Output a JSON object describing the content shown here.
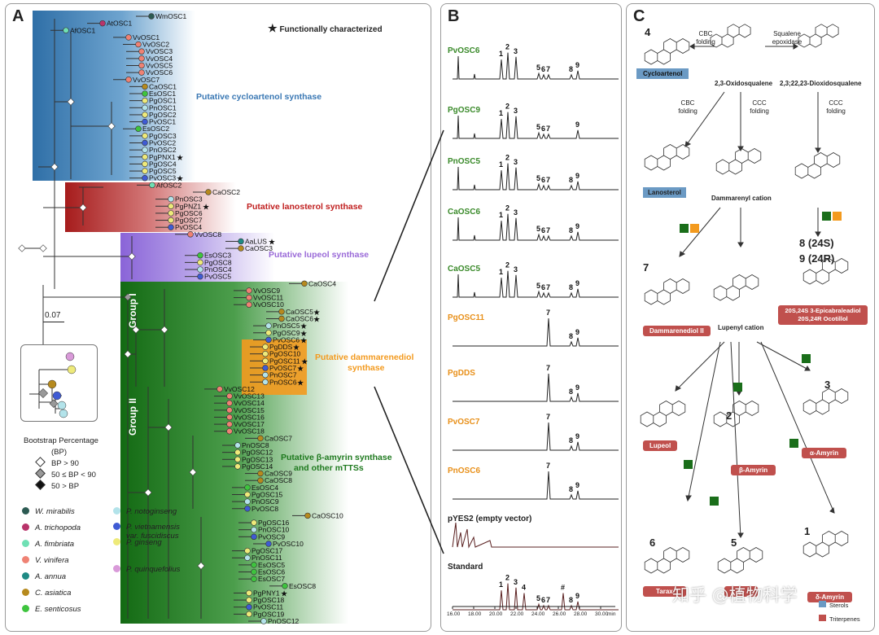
{
  "panel_labels": {
    "a": "A",
    "b": "B",
    "c": "C"
  },
  "panelA": {
    "legend_star": "Functionally characterized",
    "scale": "0.07",
    "clades": {
      "cycloartenol": "Putative cycloartenol synthase",
      "lanosterol": "Putative lanosterol synthase",
      "lupeol": "Putative lupeol synthase",
      "dammarenediol_1": "Putative dammarenediol",
      "dammarenediol_2": "synthase",
      "bamyrin_1": "Putative β-amyrin synthase",
      "bamyrin_2": "and other mTTSs",
      "group1": "Group I",
      "group2": "Group II"
    },
    "bootstrap": {
      "title1": "Bootstrap Percentage",
      "title2": "(BP)",
      "items": [
        "BP > 90",
        "50 ≤ BP < 90",
        "50 > BP"
      ]
    },
    "species": [
      {
        "name": "W. mirabilis",
        "color": "#2c5a52"
      },
      {
        "name": "A. trichopoda",
        "color": "#b8336a"
      },
      {
        "name": "A. fimbriata",
        "color": "#6fe0b4"
      },
      {
        "name": "V. vinifera",
        "color": "#ef8274"
      },
      {
        "name": "A. annua",
        "color": "#1f8a84"
      },
      {
        "name": "C. asiatica",
        "color": "#b68a1e"
      },
      {
        "name": "E. senticosus",
        "color": "#3ec43e"
      },
      {
        "name": "P. notoginseng",
        "color": "#b3e3ea"
      },
      {
        "name": "P. vietnamensis",
        "color": "#3f5bd4",
        "extra": "var. fuscidiscus"
      },
      {
        "name": "P. ginseng",
        "color": "#eeea7a"
      },
      {
        "name": "P. quinquefolius",
        "color": "#d99ad9"
      }
    ],
    "tips": [
      {
        "t": "WmOSC1",
        "c": "#2c5a52"
      },
      {
        "t": "AtOSC1",
        "c": "#b8336a"
      },
      {
        "t": "AfOSC1",
        "c": "#6fe0b4"
      },
      {
        "t": "VvOSC1",
        "c": "#ef8274"
      },
      {
        "t": "VvOSC2",
        "c": "#ef8274"
      },
      {
        "t": "VvOSC3",
        "c": "#ef8274"
      },
      {
        "t": "VvOSC4",
        "c": "#ef8274"
      },
      {
        "t": "VvOSC5",
        "c": "#ef8274"
      },
      {
        "t": "VvOSC6",
        "c": "#ef8274"
      },
      {
        "t": "VvOSC7",
        "c": "#ef8274"
      },
      {
        "t": "CaOSC1",
        "c": "#b68a1e"
      },
      {
        "t": "EsOSC1",
        "c": "#3ec43e"
      },
      {
        "t": "PgOSC1",
        "c": "#eeea7a"
      },
      {
        "t": "PnOSC1",
        "c": "#b3e3ea"
      },
      {
        "t": "PgOSC2",
        "c": "#eeea7a"
      },
      {
        "t": "PvOSC1",
        "c": "#3f5bd4"
      },
      {
        "t": "EsOSC2",
        "c": "#3ec43e"
      },
      {
        "t": "PgOSC3",
        "c": "#eeea7a"
      },
      {
        "t": "PvOSC2",
        "c": "#3f5bd4"
      },
      {
        "t": "PnOSC2",
        "c": "#b3e3ea"
      },
      {
        "t": "PgPNX1",
        "c": "#eeea7a",
        "s": true
      },
      {
        "t": "PgOSC4",
        "c": "#eeea7a"
      },
      {
        "t": "PgOSC5",
        "c": "#eeea7a"
      },
      {
        "t": "PvOSC3",
        "c": "#3f5bd4",
        "s": true
      },
      {
        "t": "AfOSC2",
        "c": "#6fe0b4"
      },
      {
        "t": "CaOSC2",
        "c": "#b68a1e"
      },
      {
        "t": "PnOSC3",
        "c": "#b3e3ea"
      },
      {
        "t": "PgPNZ1",
        "c": "#eeea7a",
        "s": true
      },
      {
        "t": "PgOSC6",
        "c": "#eeea7a"
      },
      {
        "t": "PgOSC7",
        "c": "#eeea7a"
      },
      {
        "t": "PvOSC4",
        "c": "#3f5bd4"
      },
      {
        "t": "VvOSC8",
        "c": "#ef8274"
      },
      {
        "t": "AaLUS",
        "c": "#1f8a84",
        "s": true
      },
      {
        "t": "CaOSC3",
        "c": "#b68a1e"
      },
      {
        "t": "EsOSC3",
        "c": "#3ec43e"
      },
      {
        "t": "PgOSC8",
        "c": "#eeea7a"
      },
      {
        "t": "PnOSC4",
        "c": "#b3e3ea"
      },
      {
        "t": "PvOSC5",
        "c": "#3f5bd4"
      },
      {
        "t": "CaOSC4",
        "c": "#b68a1e"
      },
      {
        "t": "VvOSC9",
        "c": "#ef8274"
      },
      {
        "t": "VvOSC11",
        "c": "#ef8274"
      },
      {
        "t": "VvOSC10",
        "c": "#ef8274"
      },
      {
        "t": "CaOSC5",
        "c": "#b68a1e",
        "s": true
      },
      {
        "t": "CaOSC6",
        "c": "#b68a1e",
        "s": true
      },
      {
        "t": "PnOSC5",
        "c": "#b3e3ea",
        "s": true
      },
      {
        "t": "PgOSC9",
        "c": "#eeea7a",
        "s": true
      },
      {
        "t": "PvOSC6",
        "c": "#3f5bd4",
        "s": true
      },
      {
        "t": "PgDDS",
        "c": "#eeea7a",
        "s": true
      },
      {
        "t": "PgOSC10",
        "c": "#eeea7a"
      },
      {
        "t": "PgOSC11",
        "c": "#eeea7a",
        "s": true
      },
      {
        "t": "PvOSC7",
        "c": "#3f5bd4",
        "s": true
      },
      {
        "t": "PnOSC7",
        "c": "#b3e3ea"
      },
      {
        "t": "PnOSC6",
        "c": "#b3e3ea",
        "s": true
      },
      {
        "t": "VvOSC12",
        "c": "#ef8274"
      },
      {
        "t": "VvOSC13",
        "c": "#ef8274"
      },
      {
        "t": "VvOSC14",
        "c": "#ef8274"
      },
      {
        "t": "VvOSC15",
        "c": "#ef8274"
      },
      {
        "t": "VvOSC16",
        "c": "#ef8274"
      },
      {
        "t": "VvOSC17",
        "c": "#ef8274"
      },
      {
        "t": "VvOSC18",
        "c": "#ef8274"
      },
      {
        "t": "CaOSC7",
        "c": "#b68a1e"
      },
      {
        "t": "PnOSC8",
        "c": "#b3e3ea"
      },
      {
        "t": "PgOSC12",
        "c": "#eeea7a"
      },
      {
        "t": "PgOSC13",
        "c": "#eeea7a"
      },
      {
        "t": "PgOSC14",
        "c": "#eeea7a"
      },
      {
        "t": "CaOSC9",
        "c": "#b68a1e"
      },
      {
        "t": "CaOSC8",
        "c": "#b68a1e"
      },
      {
        "t": "EsOSC4",
        "c": "#3ec43e"
      },
      {
        "t": "PgOSC15",
        "c": "#eeea7a"
      },
      {
        "t": "PnOSC9",
        "c": "#b3e3ea"
      },
      {
        "t": "PvOSC8",
        "c": "#3f5bd4"
      },
      {
        "t": "CaOSC10",
        "c": "#b68a1e"
      },
      {
        "t": "PgOSC16",
        "c": "#eeea7a"
      },
      {
        "t": "PnOSC10",
        "c": "#b3e3ea"
      },
      {
        "t": "PvOSC9",
        "c": "#3f5bd4"
      },
      {
        "t": "PvOSC10",
        "c": "#3f5bd4"
      },
      {
        "t": "PgOSC17",
        "c": "#eeea7a"
      },
      {
        "t": "PnOSC11",
        "c": "#b3e3ea"
      },
      {
        "t": "EsOSC5",
        "c": "#3ec43e"
      },
      {
        "t": "EsOSC6",
        "c": "#3ec43e"
      },
      {
        "t": "EsOSC7",
        "c": "#3ec43e"
      },
      {
        "t": "EsOSC8",
        "c": "#3ec43e"
      },
      {
        "t": "PgPNY1",
        "c": "#eeea7a",
        "s": true
      },
      {
        "t": "PgOSC18",
        "c": "#eeea7a"
      },
      {
        "t": "PvOSC11",
        "c": "#3f5bd4"
      },
      {
        "t": "PgOSC19",
        "c": "#eeea7a"
      },
      {
        "t": "PnOSC12",
        "c": "#b3e3ea"
      }
    ]
  },
  "panelB": {
    "traces": [
      {
        "name": "PvOSC6",
        "color": "#3a8a2a",
        "peaks": [
          "1",
          "2",
          "3",
          "5",
          "6",
          "7",
          "8",
          "9"
        ]
      },
      {
        "name": "PgOSC9",
        "color": "#3a8a2a",
        "peaks": [
          "1",
          "2",
          "3",
          "5",
          "6",
          "7",
          "9"
        ]
      },
      {
        "name": "PnOSC5",
        "color": "#3a8a2a",
        "peaks": [
          "1",
          "2",
          "3",
          "5",
          "6",
          "7",
          "8",
          "9"
        ]
      },
      {
        "name": "CaOSC6",
        "color": "#3a8a2a",
        "peaks": [
          "1",
          "2",
          "3",
          "5",
          "6",
          "7",
          "8",
          "9"
        ]
      },
      {
        "name": "CaOSC5",
        "color": "#3a8a2a",
        "peaks": [
          "1",
          "2",
          "3",
          "5",
          "6",
          "7",
          "8",
          "9"
        ]
      },
      {
        "name": "PgOSC11",
        "color": "#e8901a",
        "peaks": [
          "7",
          "8",
          "9"
        ]
      },
      {
        "name": "PgDDS",
        "color": "#e8901a",
        "peaks": [
          "7",
          "8",
          "9"
        ]
      },
      {
        "name": "PvOSC7",
        "color": "#e8901a",
        "peaks": [
          "7",
          "8",
          "9"
        ]
      },
      {
        "name": "PnOSC6",
        "color": "#e8901a",
        "peaks": [
          "7",
          "8",
          "9"
        ]
      },
      {
        "name": "pYES2 (empty vector)",
        "color": "#222222",
        "peaks": []
      },
      {
        "name": "Standard",
        "color": "#222222",
        "peaks": [
          "1",
          "2",
          "3",
          "4",
          "5",
          "6",
          "7",
          "8",
          "9",
          "#"
        ]
      }
    ],
    "x_ticks": [
      "16.00",
      "18.00",
      "20.00",
      "22.00",
      "24.00",
      "26.00",
      "28.00",
      "30.00"
    ],
    "x_unit": "min"
  },
  "panelC": {
    "cbc_folding": "CBC folding",
    "ccc_folding": "CCC folding",
    "squalene_epoxidase": "Squalene epoxidase",
    "oxidosqualene": "2,3-Oxidosqualene",
    "dioxidosqualene": "2,3;22,23-Dioxidosqualene",
    "dammarenyl": "Dammarenyl cation",
    "lupenyl": "Lupenyl cation",
    "products": {
      "cycloartenol": "Cycloartenol",
      "lanosterol": "Lanosterol",
      "dammarenediol": "Dammarenediol II",
      "epicab": "20S,24S 3-Epicabraleadiol",
      "ocotillol": "20S,24R Ocotillol",
      "lupeol": "Lupeol",
      "bamyrin": "β-Amyrin",
      "aamyrin": "α-Amyrin",
      "taraxasterol": "Tarax",
      "psi": "ψ-",
      "damyrin": "δ-Amyrin"
    },
    "numbers": {
      "n4": "4",
      "n7": "7",
      "n8": "8 (24S)",
      "n9": "9 (24R)",
      "n2": "2",
      "n3": "3",
      "n6": "6",
      "n5": "5",
      "n1": "1"
    },
    "legend": {
      "sterols": "Sterols",
      "triterpenes": "Triterpenes"
    },
    "watermark": "知乎 @植物科学",
    "colors": {
      "sterol_box": "#6b9ac4",
      "triterpene_box": "#c0504d",
      "green_sq": "#1a6e1a",
      "orange_sq": "#f39a1e"
    }
  }
}
